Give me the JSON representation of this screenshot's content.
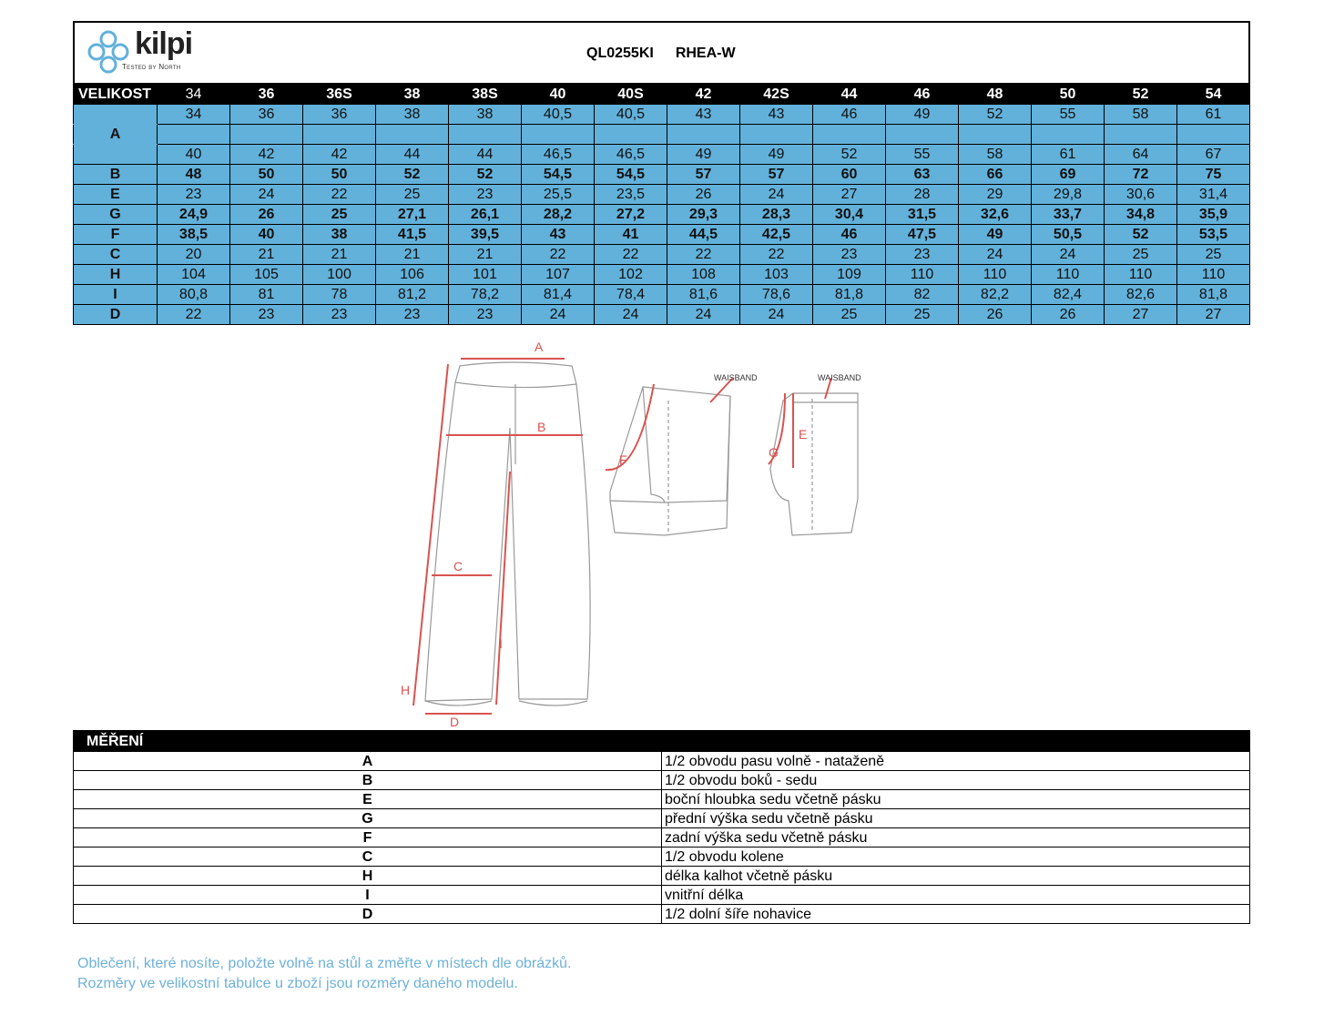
{
  "brand": {
    "name": "kilpi",
    "tagline": "Tested by North",
    "color": "#62b1da"
  },
  "product": {
    "code": "QL0255KI",
    "name": "RHEA-W"
  },
  "size_table": {
    "header_label": "VELIKOST",
    "sizes": [
      "34",
      "36",
      "36S",
      "38",
      "38S",
      "40",
      "40S",
      "42",
      "42S",
      "44",
      "46",
      "48",
      "50",
      "52",
      "54"
    ],
    "rows": [
      {
        "label": "",
        "values": [
          "34",
          "36",
          "36",
          "38",
          "38",
          "40,5",
          "40,5",
          "43",
          "43",
          "46",
          "49",
          "52",
          "55",
          "58",
          "61"
        ]
      },
      {
        "label": "A",
        "values": [
          "",
          "",
          "",
          "",
          "",
          "",
          "",
          "",
          "",
          "",
          "",
          "",
          "",
          "",
          ""
        ]
      },
      {
        "label": "",
        "values": [
          "40",
          "42",
          "42",
          "44",
          "44",
          "46,5",
          "46,5",
          "49",
          "49",
          "52",
          "55",
          "58",
          "61",
          "64",
          "67"
        ]
      },
      {
        "label": "B",
        "values": [
          "48",
          "50",
          "50",
          "52",
          "52",
          "54,5",
          "54,5",
          "57",
          "57",
          "60",
          "63",
          "66",
          "69",
          "72",
          "75"
        ]
      },
      {
        "label": "E",
        "values": [
          "23",
          "24",
          "22",
          "25",
          "23",
          "25,5",
          "23,5",
          "26",
          "24",
          "27",
          "28",
          "29",
          "29,8",
          "30,6",
          "31,4"
        ]
      },
      {
        "label": "G",
        "values": [
          "24,9",
          "26",
          "25",
          "27,1",
          "26,1",
          "28,2",
          "27,2",
          "29,3",
          "28,3",
          "30,4",
          "31,5",
          "32,6",
          "33,7",
          "34,8",
          "35,9"
        ]
      },
      {
        "label": "F",
        "values": [
          "38,5",
          "40",
          "38",
          "41,5",
          "39,5",
          "43",
          "41",
          "44,5",
          "42,5",
          "46",
          "47,5",
          "49",
          "50,5",
          "52",
          "53,5"
        ]
      },
      {
        "label": "C",
        "values": [
          "20",
          "21",
          "21",
          "21",
          "21",
          "22",
          "22",
          "22",
          "22",
          "23",
          "23",
          "24",
          "24",
          "25",
          "25"
        ]
      },
      {
        "label": "H",
        "values": [
          "104",
          "105",
          "100",
          "106",
          "101",
          "107",
          "102",
          "108",
          "103",
          "109",
          "110",
          "110",
          "110",
          "110",
          "110"
        ]
      },
      {
        "label": "I",
        "values": [
          "80,8",
          "81",
          "78",
          "81,2",
          "78,2",
          "81,4",
          "78,4",
          "81,6",
          "78,6",
          "81,8",
          "82",
          "82,2",
          "82,4",
          "82,6",
          "81,8"
        ]
      },
      {
        "label": "D",
        "values": [
          "22",
          "23",
          "23",
          "23",
          "23",
          "24",
          "24",
          "24",
          "24",
          "25",
          "25",
          "26",
          "26",
          "27",
          "27"
        ]
      }
    ]
  },
  "diagram": {
    "labels": {
      "A": "A",
      "B": "B",
      "C": "C",
      "D": "D",
      "H": "H",
      "I": "I",
      "F": "F",
      "E": "E",
      "G": "G"
    },
    "waistband": "WAISBAND",
    "accent": "#d9534f"
  },
  "measurements": {
    "header": "MĚŘENÍ",
    "rows": [
      {
        "label": "A",
        "text": "1/2 obvodu pasu volně - nataženě"
      },
      {
        "label": "B",
        "text": "1/2 obvodu boků - sedu"
      },
      {
        "label": "E",
        "text": "boční hloubka sedu včetně pásku"
      },
      {
        "label": "G",
        "text": "přední výška sedu včetně pásku"
      },
      {
        "label": "F",
        "text": "zadní výška sedu včetně pásku"
      },
      {
        "label": "C",
        "text": "1/2 obvodu kolene"
      },
      {
        "label": "H",
        "text": "délka kalhot včetně pásku"
      },
      {
        "label": "I",
        "text": "vnitřní délka"
      },
      {
        "label": "D",
        "text": "1/2 dolní šíře nohavice"
      }
    ]
  },
  "notes": [
    "Oblečení, které nosíte, položte volně na stůl a změřte v místech dle obrázků.",
    "Rozměry ve velikostní tabulce u zboží jsou rozměry daného modelu."
  ]
}
